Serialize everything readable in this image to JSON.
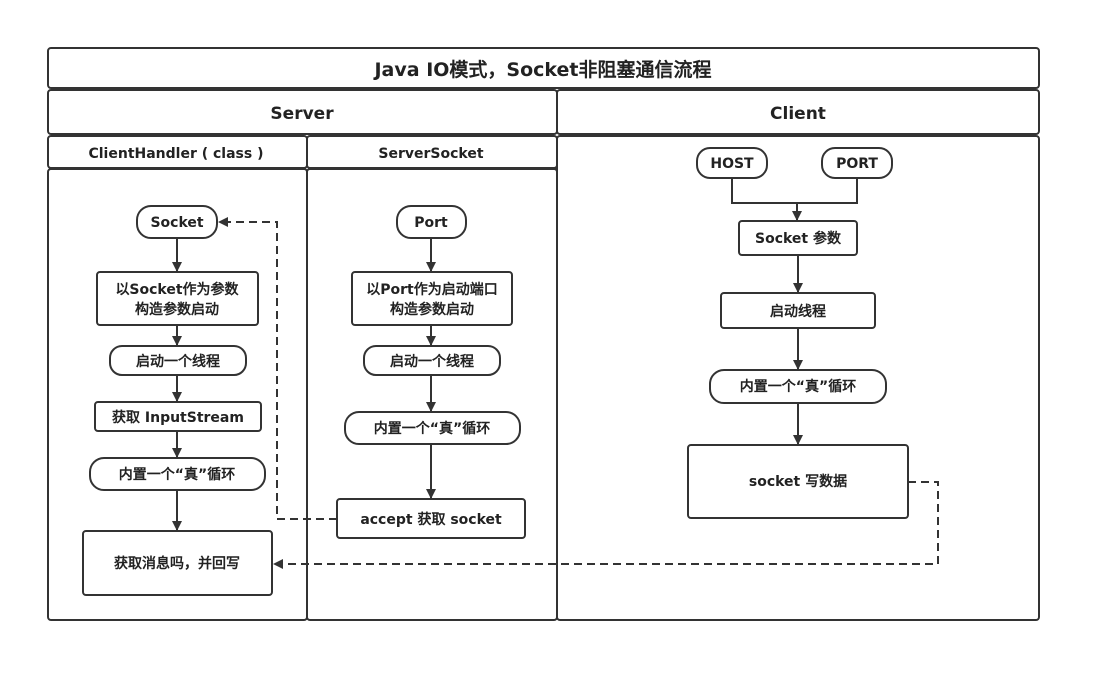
{
  "title": "Java IO模式，Socket非阻塞通信流程",
  "lanes": {
    "server": "Server",
    "client": "Client",
    "client_handler": "ClientHandler ( class )",
    "server_socket": "ServerSocket"
  },
  "client_handler": {
    "socket": "Socket",
    "construct_line1": "以Socket作为参数",
    "construct_line2": "构造参数启动",
    "start_thread": "启动一个线程",
    "get_input": "获取 InputStream",
    "loop": "内置一个“真”循环",
    "get_message": "获取消息吗，并回写"
  },
  "server_socket": {
    "port": "Port",
    "construct_line1": "以Port作为启动端口",
    "construct_line2": "构造参数启动",
    "start_thread": "启动一个线程",
    "loop": "内置一个“真”循环",
    "accept": "accept 获取  socket"
  },
  "client": {
    "host": "HOST",
    "port": "PORT",
    "socket_params": "Socket  参数",
    "start_thread": "启动线程",
    "loop": "内置一个“真”循环",
    "write": "socket  写数据"
  }
}
